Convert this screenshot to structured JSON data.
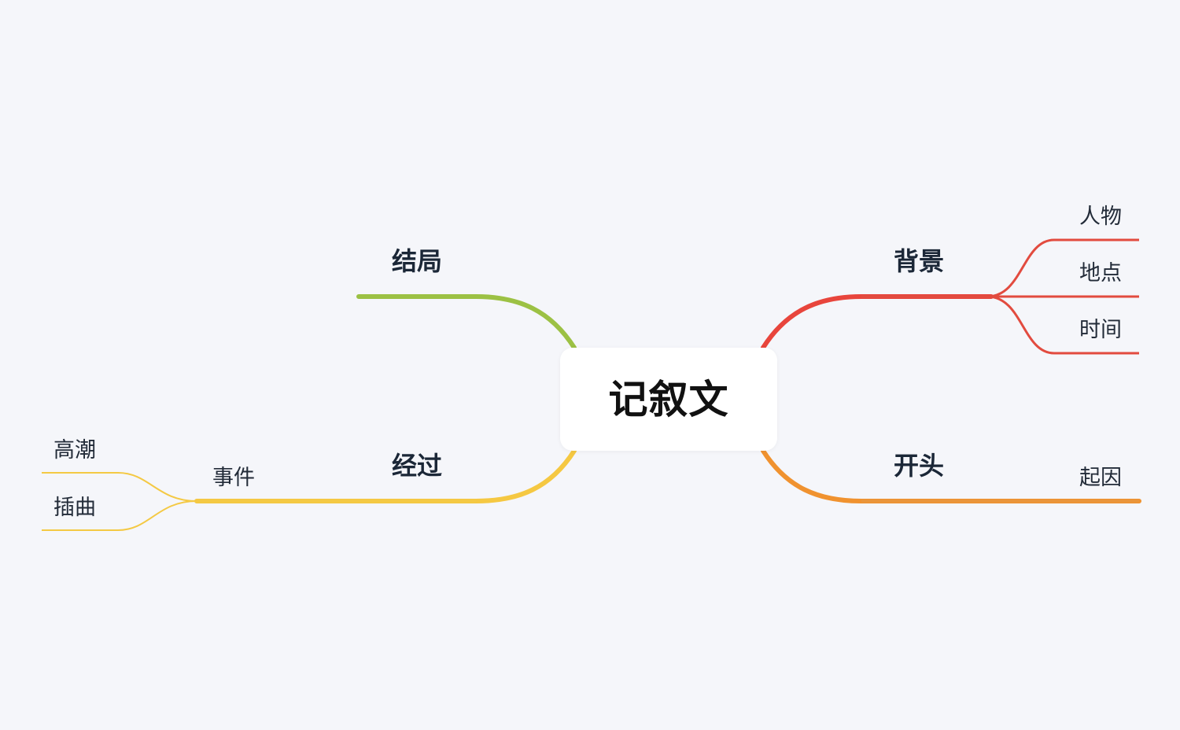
{
  "central_topic": {
    "label": "记叙文"
  },
  "branches": {
    "background": {
      "label": "背景",
      "color": "#e8453c",
      "children": [
        {
          "label": "人物"
        },
        {
          "label": "地点"
        },
        {
          "label": "时间"
        }
      ]
    },
    "opening": {
      "label": "开头",
      "color": "#f0922f",
      "children": [
        {
          "label": "起因"
        }
      ]
    },
    "ending": {
      "label": "结局",
      "color": "#9cc144",
      "children": []
    },
    "process": {
      "label": "经过",
      "color": "#f5c842",
      "children": [
        {
          "label": "事件",
          "children": [
            {
              "label": "高潮"
            },
            {
              "label": "插曲"
            }
          ]
        }
      ]
    }
  }
}
